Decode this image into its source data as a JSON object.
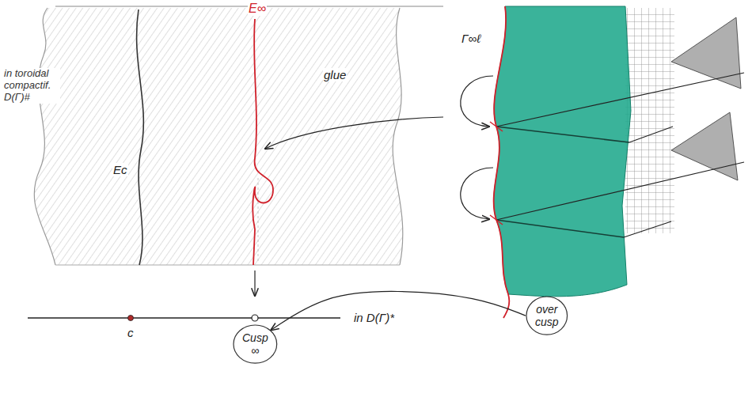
{
  "diagram": {
    "nodes": [
      {
        "text": [
          "Cusp ∞"
        ]
      },
      {
        "text": [
          "over cusp"
        ]
      }
    ],
    "edges": [
      {
        "from": 1,
        "to": 0,
        "arrow": "to"
      }
    ],
    "labels": [
      "E∞",
      "in toroidal compactif. D(Γ)#",
      "Ec",
      "glue",
      "Γ∞ℓ",
      "c",
      "in D(Γ)*"
    ]
  }
}
